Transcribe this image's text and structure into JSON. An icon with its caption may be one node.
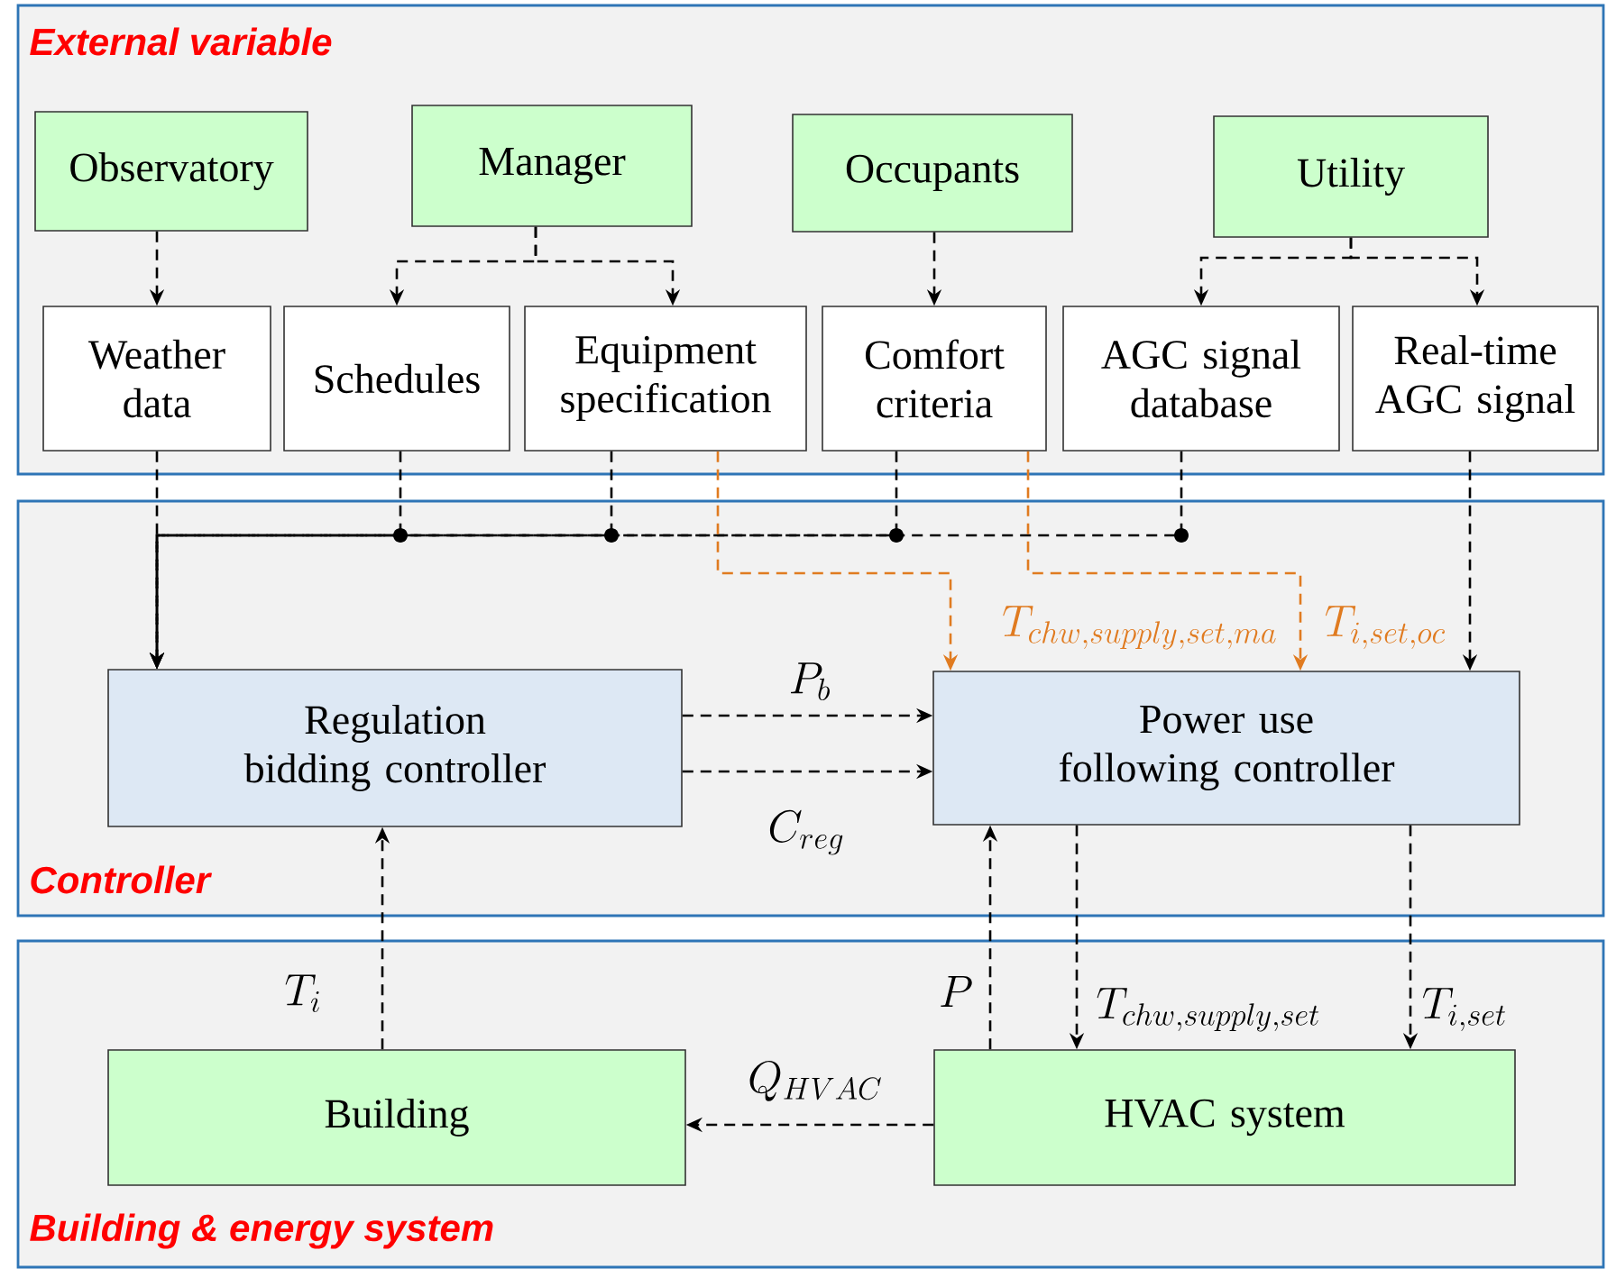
{
  "diagram": {
    "nodes": [
      {
        "text": [
          "External variable"
        ]
      },
      {
        "text": [
          "Observatory"
        ],
        "in": 0
      },
      {
        "text": [
          "Manager"
        ],
        "in": 0
      },
      {
        "text": [
          "Occupants"
        ],
        "in": 0
      },
      {
        "text": [
          "Utility"
        ],
        "in": 0
      },
      {
        "text": [
          "Weather data"
        ],
        "in": 0
      },
      {
        "text": [
          "Schedules"
        ],
        "in": 0
      },
      {
        "text": [
          "Equipment specification"
        ],
        "in": 0
      },
      {
        "text": [
          "Comfort criteria"
        ],
        "in": 0
      },
      {
        "text": [
          "AGC signal database"
        ],
        "in": 0
      },
      {
        "text": [
          "Real-time AGC signal"
        ],
        "in": 0
      },
      {
        "text": [
          "Controller"
        ]
      },
      {
        "text": [
          "Regulation bidding controller"
        ],
        "in": 11
      },
      {
        "text": [
          "Power use following controller"
        ],
        "in": 11
      },
      {
        "text": [
          "Building & energy system"
        ]
      },
      {
        "text": [
          "Building"
        ],
        "in": 14
      },
      {
        "text": [
          "HVAC system"
        ],
        "in": 14
      }
    ],
    "edges": [
      {
        "from": 1,
        "to": 5,
        "arrow": "to"
      },
      {
        "from": 2,
        "to": 6,
        "arrow": "to"
      },
      {
        "from": 2,
        "to": 7,
        "arrow": "to"
      },
      {
        "from": 3,
        "to": 8,
        "arrow": "to"
      },
      {
        "from": 4,
        "to": 9,
        "arrow": "to"
      },
      {
        "from": 4,
        "to": 10,
        "arrow": "to"
      },
      {
        "from": 5,
        "to": 12,
        "arrow": "to"
      },
      {
        "from": 6,
        "to": 12,
        "arrow": "to"
      },
      {
        "from": 7,
        "to": 12,
        "arrow": "to"
      },
      {
        "from": 8,
        "to": 12,
        "arrow": "to"
      },
      {
        "from": 9,
        "to": 12,
        "arrow": "to"
      },
      {
        "from": 7,
        "to": 13,
        "arrow": "to",
        "label": "T_{chw,supply,set,ma}",
        "color": "#e07b20"
      },
      {
        "from": 8,
        "to": 13,
        "arrow": "to",
        "label": "T_{i,set,oc}",
        "color": "#e07b20"
      },
      {
        "from": 10,
        "to": 13,
        "arrow": "to"
      },
      {
        "from": 12,
        "to": 13,
        "arrow": "to",
        "label": "P_b"
      },
      {
        "from": 12,
        "to": 13,
        "arrow": "to",
        "label": "C_{reg}"
      },
      {
        "from": 15,
        "to": 12,
        "arrow": "to",
        "label": "T_i"
      },
      {
        "from": 16,
        "to": 13,
        "arrow": "to",
        "label": "P"
      },
      {
        "from": 13,
        "to": 16,
        "arrow": "to",
        "label": "T_{chw,supply,set}"
      },
      {
        "from": 13,
        "to": 16,
        "arrow": "to",
        "label": "T_{i,set}"
      },
      {
        "from": 16,
        "to": 15,
        "arrow": "to",
        "label": "Q_{HVAC}"
      }
    ]
  }
}
